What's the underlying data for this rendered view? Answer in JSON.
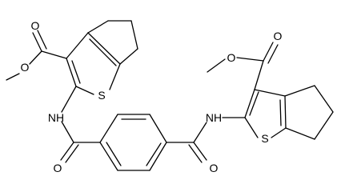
{
  "molecule": {
    "atoms": {
      "left_ester_carbonyl_O": "O",
      "left_ester_ether_O": "O",
      "left_S": "S",
      "left_NH": "NH",
      "amide_left_O": "O",
      "amide_right_O": "O",
      "right_NH": "NH",
      "right_ester_carbonyl_O": "O",
      "right_ester_ether_O": "O",
      "right_S": "S"
    }
  },
  "colors": {
    "bond": "#000000",
    "label": "#000000",
    "background": "#ffffff"
  }
}
